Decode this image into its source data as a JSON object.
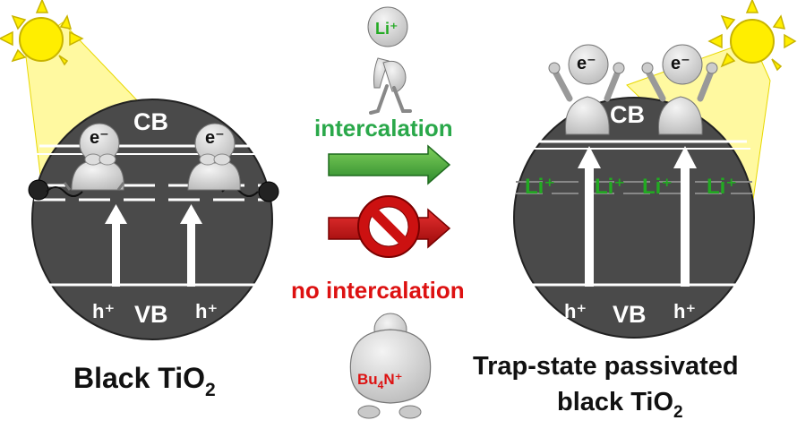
{
  "left_panel": {
    "band_cb": "CB",
    "band_vb": "VB",
    "hole_left": "h⁺",
    "hole_right": "h⁺",
    "electron_1": "e⁻",
    "electron_2": "e⁻",
    "title": "Black TiO",
    "title_sub": "2"
  },
  "right_panel": {
    "band_cb": "CB",
    "band_vb": "VB",
    "hole_left": "h⁺",
    "hole_right": "h⁺",
    "electron_1": "e⁻",
    "electron_2": "e⁻",
    "li_labels": [
      "Li⁺",
      "Li⁺",
      "Li⁺",
      "Li⁺"
    ],
    "title_line1": "Trap-state passivated",
    "title_line2": "black TiO",
    "title_sub": "2"
  },
  "middle": {
    "li_ion": "Li⁺",
    "intercalation": "intercalation",
    "no_intercalation": "no intercalation",
    "bu4n_prefix": "Bu",
    "bu4n_sub": "4",
    "bu4n_suffix": "N⁺"
  },
  "colors": {
    "circle_fill": "#4a4a4a",
    "band_line": "#ffffff",
    "sun_yellow": "#ffee00",
    "beam_yellow": "#fff9a0",
    "intercalation_green": "#2aa84a",
    "no_intercalation_red": "#dd1111",
    "li_label_green": "#22aa22"
  }
}
